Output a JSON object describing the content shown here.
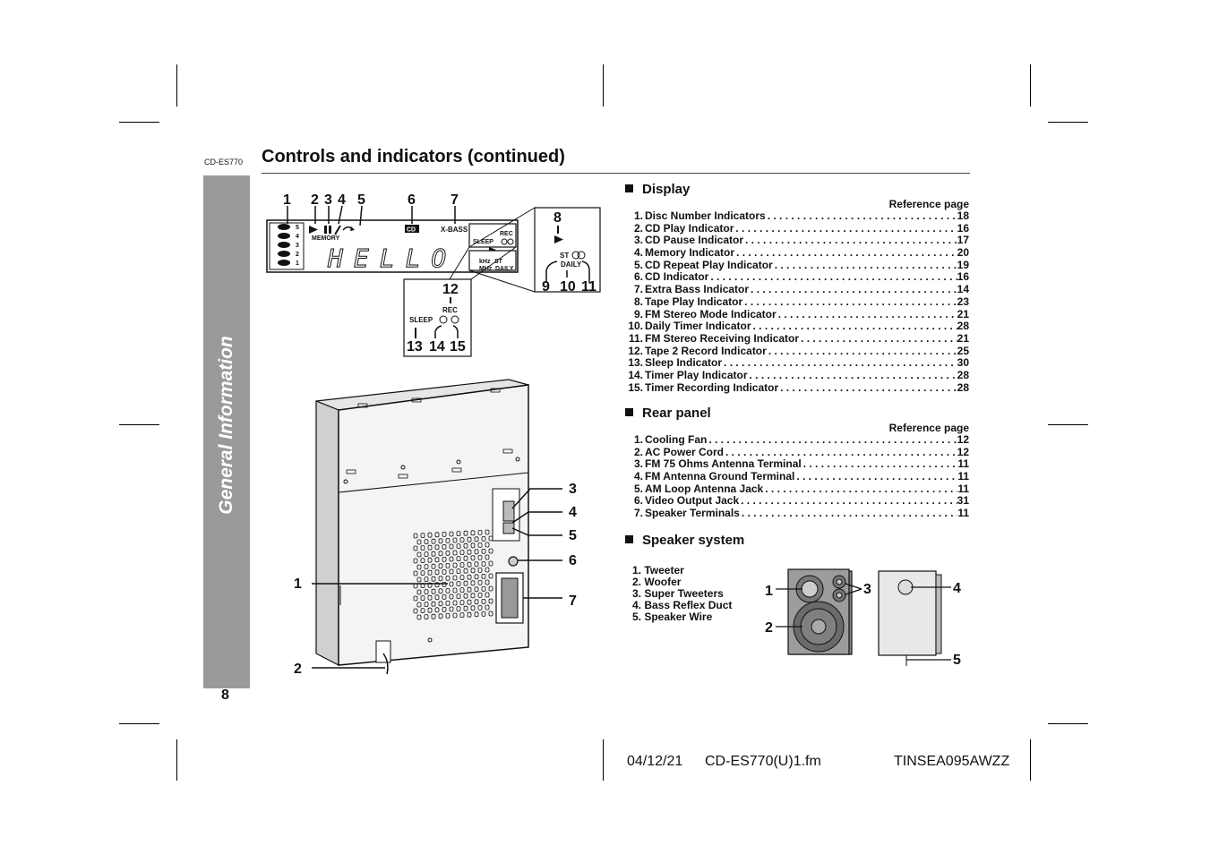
{
  "header": {
    "model_code": "CD-ES770",
    "title": "Controls and indicators (continued)"
  },
  "side_tab": {
    "label": "General Information"
  },
  "page_number": "8",
  "display_section": {
    "heading": "Display",
    "ref_heading": "Reference page",
    "items": [
      {
        "no": "1.",
        "label": "Disc Number Indicators",
        "page": "18"
      },
      {
        "no": "2.",
        "label": "CD Play Indicator",
        "page": "16"
      },
      {
        "no": "3.",
        "label": "CD Pause Indicator",
        "page": "17"
      },
      {
        "no": "4.",
        "label": "Memory Indicator",
        "page": "20"
      },
      {
        "no": "5.",
        "label": "CD Repeat Play Indicator",
        "page": "19"
      },
      {
        "no": "6.",
        "label": "CD Indicator",
        "page": "16"
      },
      {
        "no": "7.",
        "label": "Extra Bass Indicator",
        "page": "14"
      },
      {
        "no": "8.",
        "label": "Tape Play Indicator",
        "page": "23"
      },
      {
        "no": "9.",
        "label": "FM Stereo Mode Indicator",
        "page": "21"
      },
      {
        "no": "10.",
        "label": "Daily Timer Indicator",
        "page": "28"
      },
      {
        "no": "11.",
        "label": "FM Stereo Receiving Indicator",
        "page": "21"
      },
      {
        "no": "12.",
        "label": "Tape 2 Record Indicator",
        "page": "25"
      },
      {
        "no": "13.",
        "label": "Sleep Indicator",
        "page": "30"
      },
      {
        "no": "14.",
        "label": "Timer Play Indicator",
        "page": "28"
      },
      {
        "no": "15.",
        "label": "Timer Recording Indicator",
        "page": "28"
      }
    ]
  },
  "rear_section": {
    "heading": "Rear panel",
    "ref_heading": "Reference page",
    "items": [
      {
        "no": "1.",
        "label": "Cooling Fan",
        "page": "12"
      },
      {
        "no": "2.",
        "label": "AC Power Cord",
        "page": "12"
      },
      {
        "no": "3.",
        "label": "FM 75 Ohms Antenna Terminal",
        "page": "11"
      },
      {
        "no": "4.",
        "label": "FM Antenna Ground Terminal",
        "page": "11"
      },
      {
        "no": "5.",
        "label": "AM Loop Antenna Jack",
        "page": "11"
      },
      {
        "no": "6.",
        "label": "Video Output Jack",
        "page": "31"
      },
      {
        "no": "7.",
        "label": "Speaker Terminals",
        "page": "11"
      }
    ]
  },
  "speaker_section": {
    "heading": "Speaker system",
    "items": [
      "1. Tweeter",
      "2. Woofer",
      "3. Super Tweeters",
      "4. Bass Reflex Duct",
      "5. Speaker Wire"
    ]
  },
  "display_figure": {
    "callouts": [
      "1",
      "2",
      "3",
      "4",
      "5",
      "6",
      "7",
      "8",
      "9",
      "10",
      "11",
      "12",
      "13",
      "14",
      "15"
    ],
    "lcd_text": "HELLO",
    "disc_numbers": [
      "5",
      "4",
      "3",
      "2",
      "1"
    ],
    "memory": "MEMORY",
    "cd": "CD",
    "xbass": "X-BASS",
    "rec": "REC",
    "sleep": "SLEEP",
    "khz": "kHz",
    "mhz": "MHz",
    "st": "ST",
    "daily": "DAILY"
  },
  "rear_figure": {
    "callouts": [
      "1",
      "2",
      "3",
      "4",
      "5",
      "6",
      "7"
    ]
  },
  "speaker_figure": {
    "callouts": [
      "1",
      "2",
      "3",
      "4",
      "5"
    ]
  },
  "footer": {
    "date": "04/12/21",
    "file": "CD-ES770(U)1.fm",
    "code": "TINSEA095AWZZ"
  }
}
